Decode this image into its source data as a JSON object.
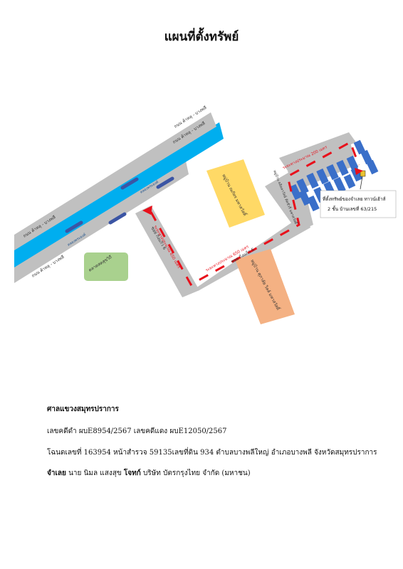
{
  "page_title": "แผนที่ตั้งทรัพย์",
  "map": {
    "roads": {
      "highway_lower": "ถนน ค้าหลุ - บางพลี",
      "highway_upper": "ถนน ค้าหลุ - บางพลี",
      "canal": "คลองพระองค์",
      "soi_vertical": "ซอย กิ่งแก้ว 6",
      "soi_horizontal": "ซอย กิ่งแก้ว 6"
    },
    "places": {
      "market": "ตลาดสดสุขวิถี",
      "village_yellow": "หมู่บ้าน ณภัทร มหาสวัสดิ์",
      "village_orange": "หมู่บ้าน ศุภาลัย วิลล์ มหาสวัสดิ์",
      "village_right": "หมู่บ้าน ลลิลลาวัลย์ ลัคชัวรี่ มหาสวัสดิ์"
    },
    "distances": {
      "d1": "ระยะทางประมาณ 650 เมตร",
      "d2": "ระยะทางประมาณ 650 เมตร",
      "d3": "ระยะทางประมาณ 200 เมตร"
    },
    "property_label_line1": "ที่ตั้งทรัพย์ของจำเลย ทาวน์เฮ้าส์",
    "property_label_line2": "2 ชั้น บ้านเลขที่ 63/215",
    "colors": {
      "road": "#c0c0c0",
      "canal": "#00aeef",
      "route": "#e8101b",
      "house": "#3a6fc9",
      "market": "#a9d18e",
      "village_yellow": "#ffd966",
      "village_orange": "#f4b183",
      "property": "#e9c230"
    }
  },
  "info": {
    "court": "ศาลแขวงสมุทรปราการ",
    "case_text": "เลขคดีดำ ผบE8954/2567 เลขคดีแดง ผบE12050/2567",
    "deed_text": "โฉนดเลขที่ 163954 หน้าสำรวจ 59135เลขที่ดิน 934 ตำบลบางพลีใหญ่ อำเภอบางพลี จังหวัดสมุทรปราการ",
    "defendant_label": "จำเลย",
    "defendant_name": "นาย นิมล แสงสุข",
    "plaintiff_label": "โจทก์",
    "plaintiff_name": "บริษัท บัตรกรุงไทย จำกัด (มหาชน)"
  }
}
